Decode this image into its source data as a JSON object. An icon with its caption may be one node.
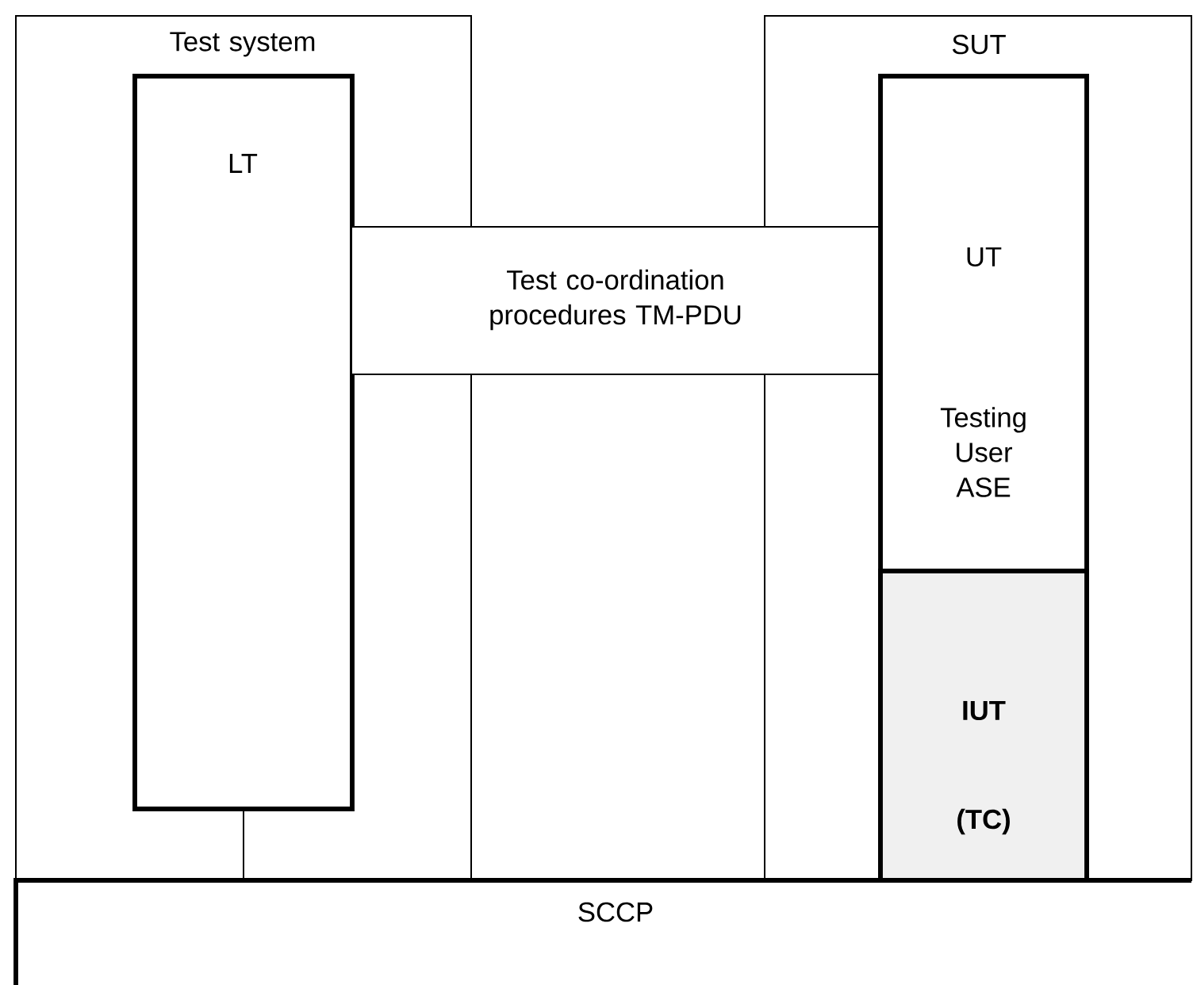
{
  "diagram": {
    "nodes": [
      {
        "text": [
          "Test system"
        ]
      },
      {
        "text": [
          "SUT"
        ]
      },
      {
        "text": [
          "LT"
        ],
        "in": 0
      },
      {
        "text": [
          "Test co-ordination procedures TM-PDU"
        ]
      },
      {
        "text": [
          "UT",
          "Testing User ASE"
        ],
        "in": 1
      },
      {
        "text": [
          "IUT",
          "(TC)"
        ],
        "in": 4
      },
      {
        "text": [
          "SCCP"
        ]
      }
    ],
    "edges": [
      {
        "from": 2,
        "to": 6,
        "arrow": "none"
      }
    ]
  }
}
